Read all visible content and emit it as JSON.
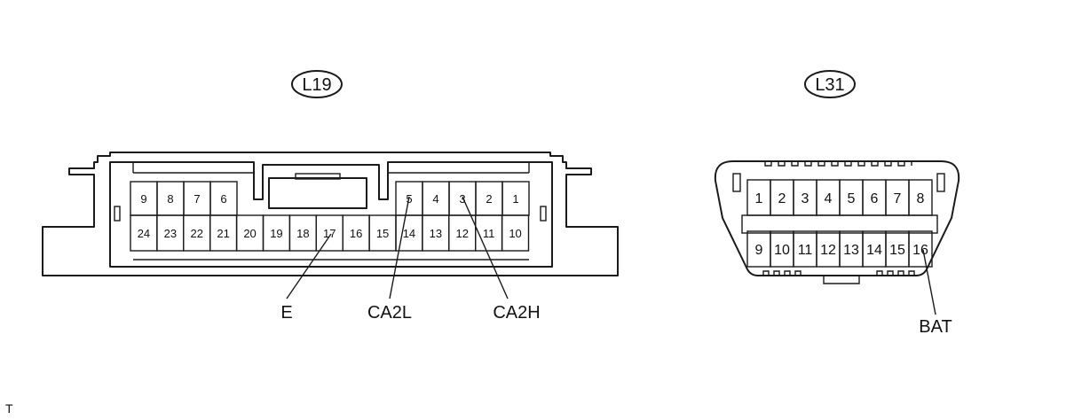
{
  "connectors": {
    "left": {
      "id": "L19",
      "top_pins": [
        "9",
        "8",
        "7",
        "6",
        "5",
        "4",
        "3",
        "2",
        "1"
      ],
      "bottom_pins": [
        "24",
        "23",
        "22",
        "21",
        "20",
        "19",
        "18",
        "17",
        "16",
        "15",
        "14",
        "13",
        "12",
        "11",
        "10"
      ],
      "callouts": {
        "e": "E",
        "ca2l": "CA2L",
        "ca2h": "CA2H"
      }
    },
    "right": {
      "id": "L31",
      "top_pins": [
        "1",
        "2",
        "3",
        "4",
        "5",
        "6",
        "7",
        "8"
      ],
      "bottom_pins": [
        "9",
        "10",
        "11",
        "12",
        "13",
        "14",
        "15",
        "16"
      ],
      "callouts": {
        "bat": "BAT"
      }
    }
  },
  "corner_mark": "T"
}
